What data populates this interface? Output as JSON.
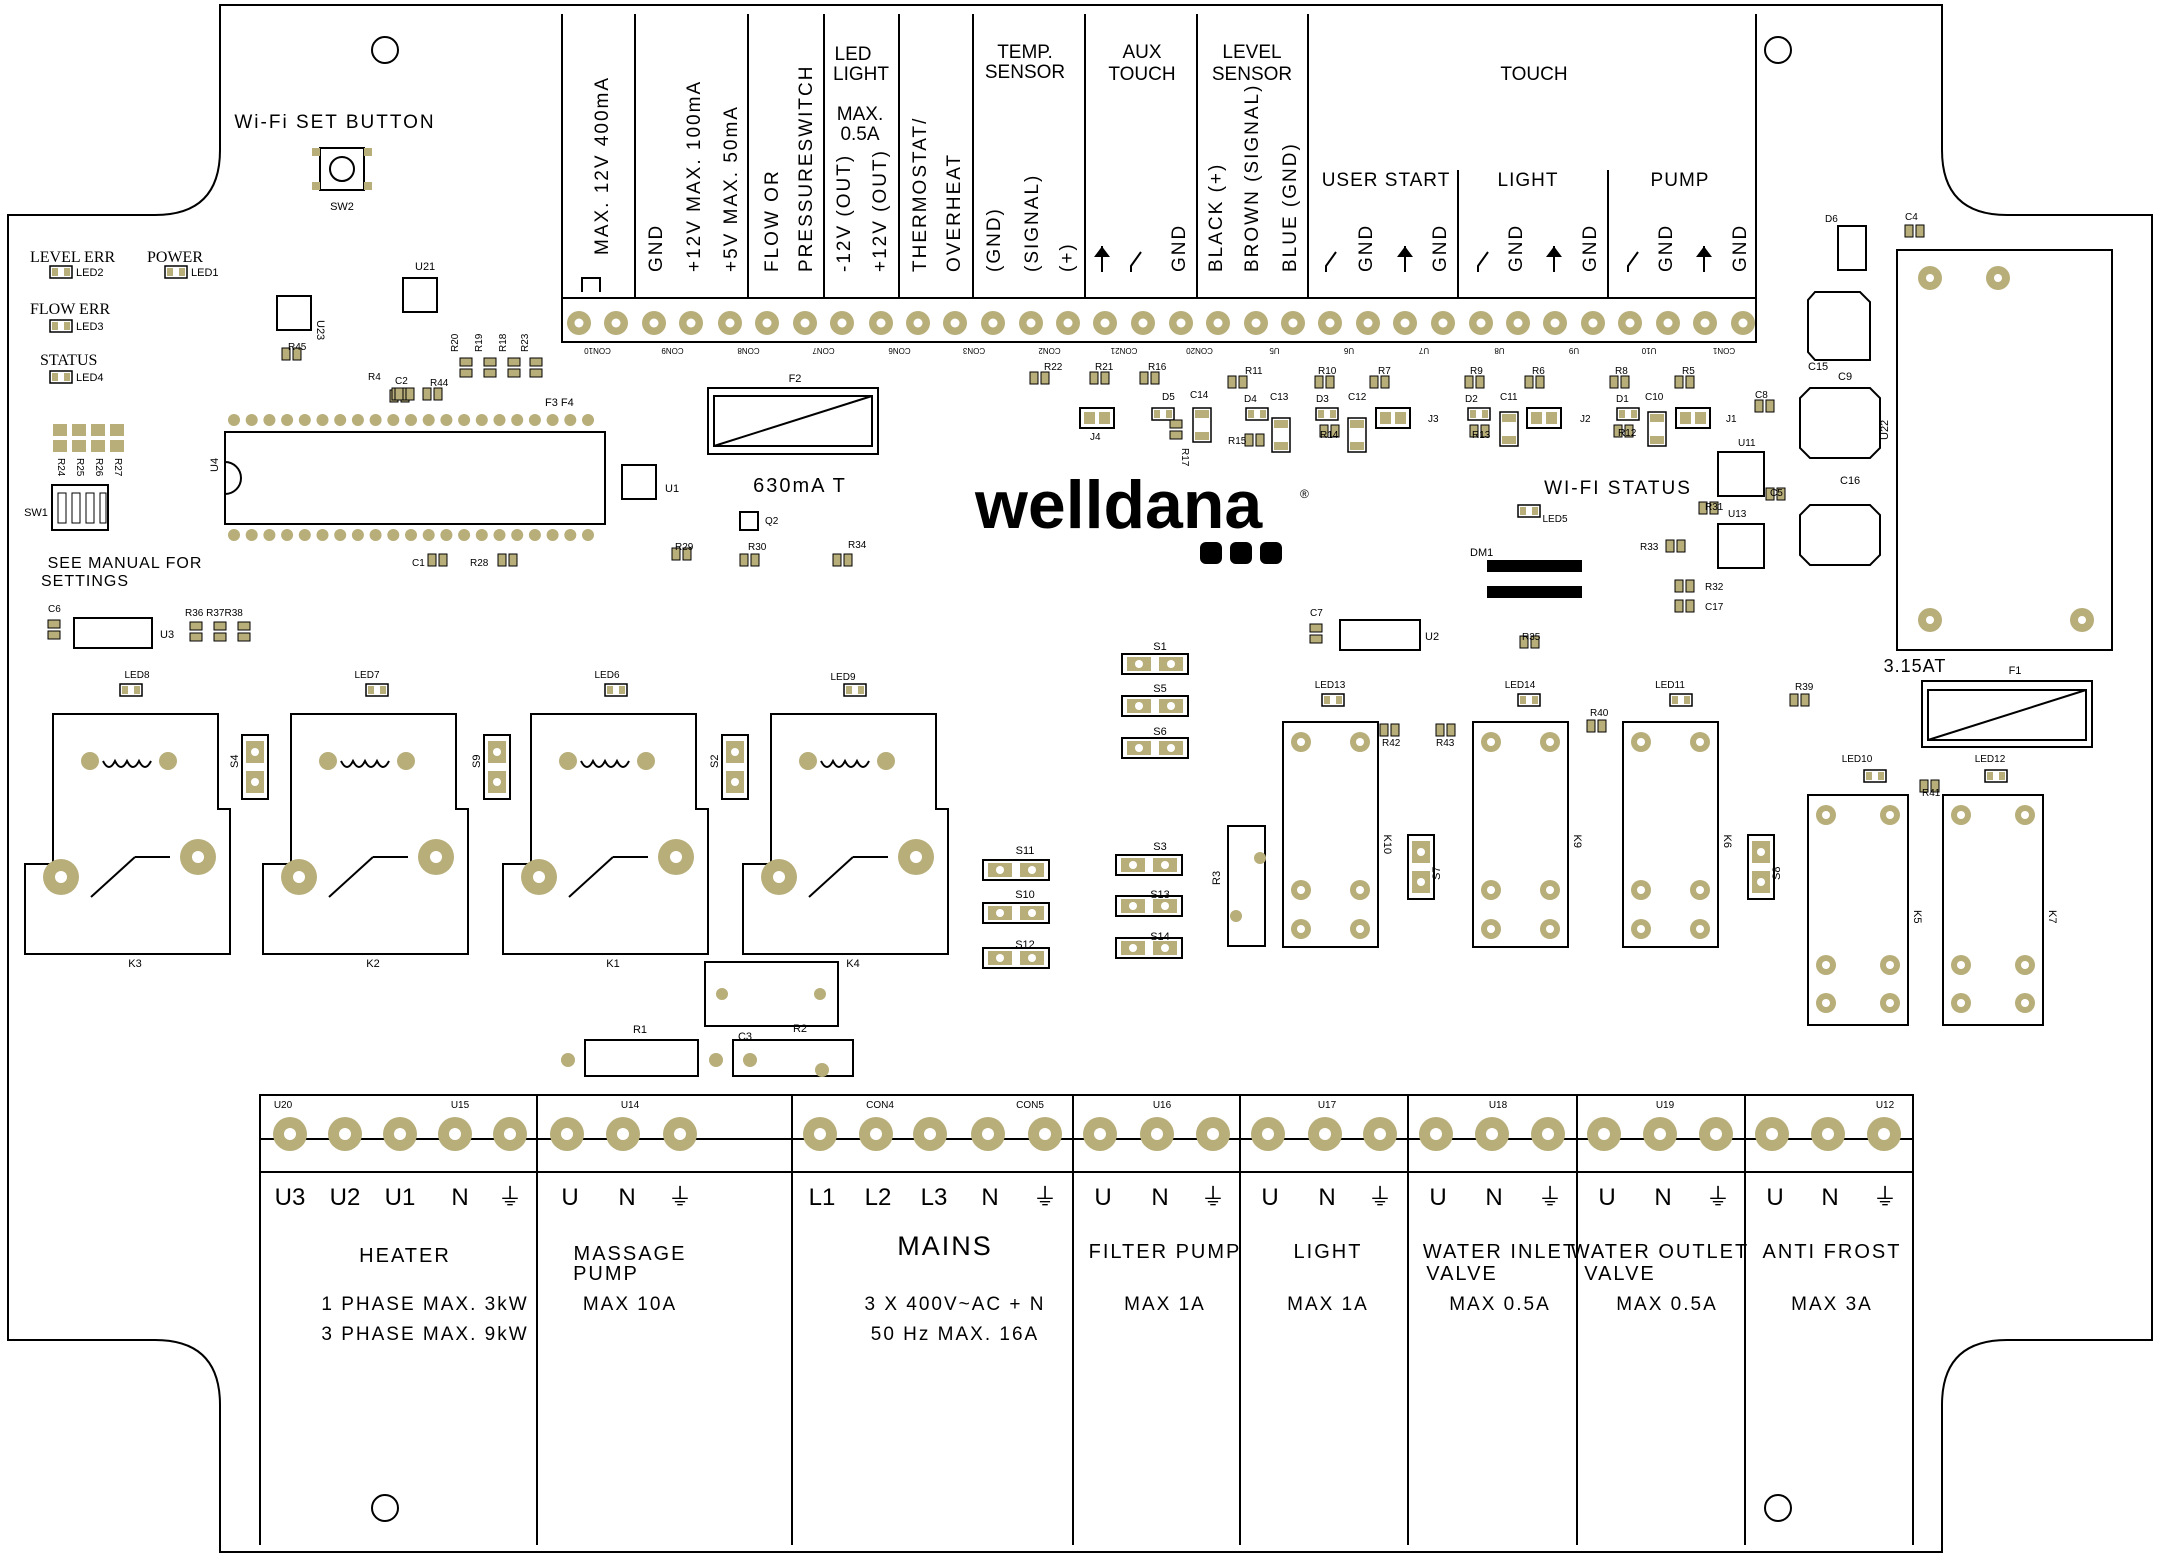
{
  "colors": {
    "pad": "#b8ae7a",
    "ink": "#000000",
    "bg": "#ffffff",
    "hole": "#ffffff"
  },
  "logo": {
    "text": "welldana",
    "reg": "®"
  },
  "wifi": {
    "button_label": "Wi-Fi SET BUTTON",
    "status_label": "WI-FI STATUS"
  },
  "manual": {
    "line1": "SEE MANUAL FOR",
    "line2": "SETTINGS"
  },
  "left_leds": [
    {
      "label": "LEVEL ERR",
      "ref": "LED2"
    },
    {
      "label": "POWER",
      "ref": "LED1"
    },
    {
      "label": "FLOW ERR",
      "ref": "LED3"
    },
    {
      "label": "STATUS",
      "ref": "LED4"
    }
  ],
  "fuses": {
    "f2_ref": "F2",
    "f2_rating": "630mA T",
    "f1_ref": "F1",
    "f1_rating": "3.15AT"
  },
  "top_header": [
    {
      "lines": [
        "MAX. 12V 400mA"
      ],
      "vertical": true
    },
    {
      "lines": [
        "GND",
        "+12V MAX. 100mA",
        "+5V MAX. 50mA"
      ],
      "vertical": true
    },
    {
      "lines": [
        "FLOW OR",
        "PRESSURESWITCH"
      ],
      "vertical": true
    },
    {
      "title": [
        "LED",
        "LIGHT"
      ],
      "sub": [
        "MAX.",
        "0.5A"
      ],
      "lines": [
        "-12V (OUT)",
        "+12V (OUT)"
      ]
    },
    {
      "lines": [
        "THERMOSTAT/",
        "OVERHEAT"
      ],
      "vertical": true
    },
    {
      "title": [
        "TEMP.",
        "SENSOR"
      ],
      "lines": [
        "(GND)",
        "(SIGNAL)",
        "(+)"
      ]
    },
    {
      "title": [
        "AUX",
        "TOUCH"
      ],
      "lines": [
        "GND"
      ]
    },
    {
      "title": [
        "LEVEL",
        "SENSOR"
      ],
      "lines": [
        "BLACK (+)",
        "BROWN (SIGNAL)",
        "BLUE (GND)"
      ]
    },
    {
      "title": [
        "TOUCH"
      ],
      "groups": [
        "USER START",
        "LIGHT",
        "PUMP"
      ],
      "gnd": "GND"
    }
  ],
  "top_connectors": [
    "CON10",
    "CON9",
    "CON8",
    "CON7",
    "CON6",
    "CON3",
    "CON2",
    "CON21",
    "CON20",
    "U5",
    "U6",
    "U7",
    "U8",
    "U9",
    "U10",
    "CON1"
  ],
  "bottom_blocks": [
    {
      "refs": [
        "U20",
        "U15"
      ],
      "pins": [
        "U3",
        "U2",
        "U1",
        "N",
        "⏚"
      ],
      "title": "HEATER",
      "lines": [
        "1 PHASE MAX. 3kW",
        "3 PHASE MAX. 9kW"
      ]
    },
    {
      "refs": [
        "U14"
      ],
      "pins": [
        "U",
        "N",
        "⏚"
      ],
      "title": "MASSAGE PUMP",
      "lines": [
        "MAX 10A"
      ]
    },
    {
      "refs": [
        "CON4",
        "CON5"
      ],
      "pins": [
        "L1",
        "L2",
        "L3",
        "N",
        "⏚"
      ],
      "title": "MAINS",
      "lines": [
        "3 X 400V~AC + N",
        "50 Hz MAX. 16A"
      ]
    },
    {
      "refs": [
        "U16"
      ],
      "pins": [
        "U",
        "N",
        "⏚"
      ],
      "title": "FILTER PUMP",
      "lines": [
        "MAX 1A"
      ]
    },
    {
      "refs": [
        "U17"
      ],
      "pins": [
        "U",
        "N",
        "⏚"
      ],
      "title": "LIGHT",
      "lines": [
        "MAX 1A"
      ]
    },
    {
      "refs": [
        "U18"
      ],
      "pins": [
        "U",
        "N",
        "⏚"
      ],
      "title": "WATER INLET VALVE",
      "lines": [
        "MAX 0.5A"
      ]
    },
    {
      "refs": [
        "U19"
      ],
      "pins": [
        "U",
        "N",
        "⏚"
      ],
      "title": "WATER OUTLET VALVE",
      "lines": [
        "MAX 0.5A"
      ]
    },
    {
      "refs": [
        "U12"
      ],
      "pins": [
        "U",
        "N",
        "⏚"
      ],
      "title": "ANTI FROST",
      "lines": [
        "MAX 3A"
      ]
    }
  ],
  "relays_left": [
    "K3",
    "K2",
    "K1",
    "K4"
  ],
  "relays_right": [
    "K10",
    "K9",
    "K6",
    "K5",
    "K7"
  ],
  "leds_relay": [
    "LED8",
    "LED7",
    "LED6",
    "LED9",
    "LED13",
    "LED14",
    "LED11",
    "LED10",
    "LED12",
    "LED5"
  ],
  "refs": {
    "sw1": "SW1",
    "sw2": "SW2",
    "u1": "U1",
    "u2": "U2",
    "u3": "U3",
    "u4": "U4",
    "u11": "U11",
    "u13": "U13",
    "u21": "U21",
    "u22": "U22",
    "u23": "U23",
    "q2": "Q2",
    "dm1": "DM1",
    "d6": "D6",
    "r1": "R1",
    "r2": "R2",
    "r3": "R3",
    "c3": "C3",
    "c4": "C4",
    "c5": "C5",
    "c6": "C6",
    "c7": "C7",
    "c8": "C8",
    "c9": "C9",
    "c15": "C15",
    "c16": "C16",
    "c17": "C17",
    "c1": "C1",
    "c2": "C2",
    "r28": "R28",
    "r29": "R29",
    "r30": "R30",
    "r34": "R34",
    "r31": "R31",
    "r32": "R32",
    "r33": "R33",
    "r35": "R35",
    "r39": "R39",
    "r40": "R40",
    "r41": "R41",
    "r42": "R42",
    "r43": "R43",
    "r45": "R45",
    "r4": "R4",
    "r44": "R44",
    "r20": "R20",
    "r19": "R19",
    "r18": "R18",
    "r23": "R23",
    "f3f4": "F3 F4",
    "r36": "R36 R37R38",
    "r24": "R24",
    "r25": "R25",
    "r26": "R26",
    "r27": "R27",
    "r22": "R22",
    "r21": "R21",
    "r16": "R16",
    "r11": "R11",
    "r10": "R10",
    "r7": "R7",
    "r9": "R9",
    "r6": "R6",
    "r8": "R8",
    "r5": "R5",
    "r17": "R17",
    "r15": "R15",
    "r14": "R14",
    "r13": "R13",
    "r12": "R12",
    "d5": "D5",
    "d4": "D4",
    "d3": "D3",
    "d2": "D2",
    "d1": "D1",
    "c14": "C14",
    "c13": "C13",
    "c12": "C12",
    "c11": "C11",
    "c10": "C10",
    "j4": "J4",
    "j3": "J3",
    "j2": "J2",
    "j1": "J1",
    "s1": "S1",
    "s5": "S5",
    "s6": "S6",
    "s3": "S3",
    "s13": "S13",
    "s14": "S14",
    "s11": "S11",
    "s10": "S10",
    "s12": "S12",
    "s4": "S4",
    "s9": "S9",
    "s2": "S2",
    "s7": "S7",
    "s8": "S8"
  }
}
